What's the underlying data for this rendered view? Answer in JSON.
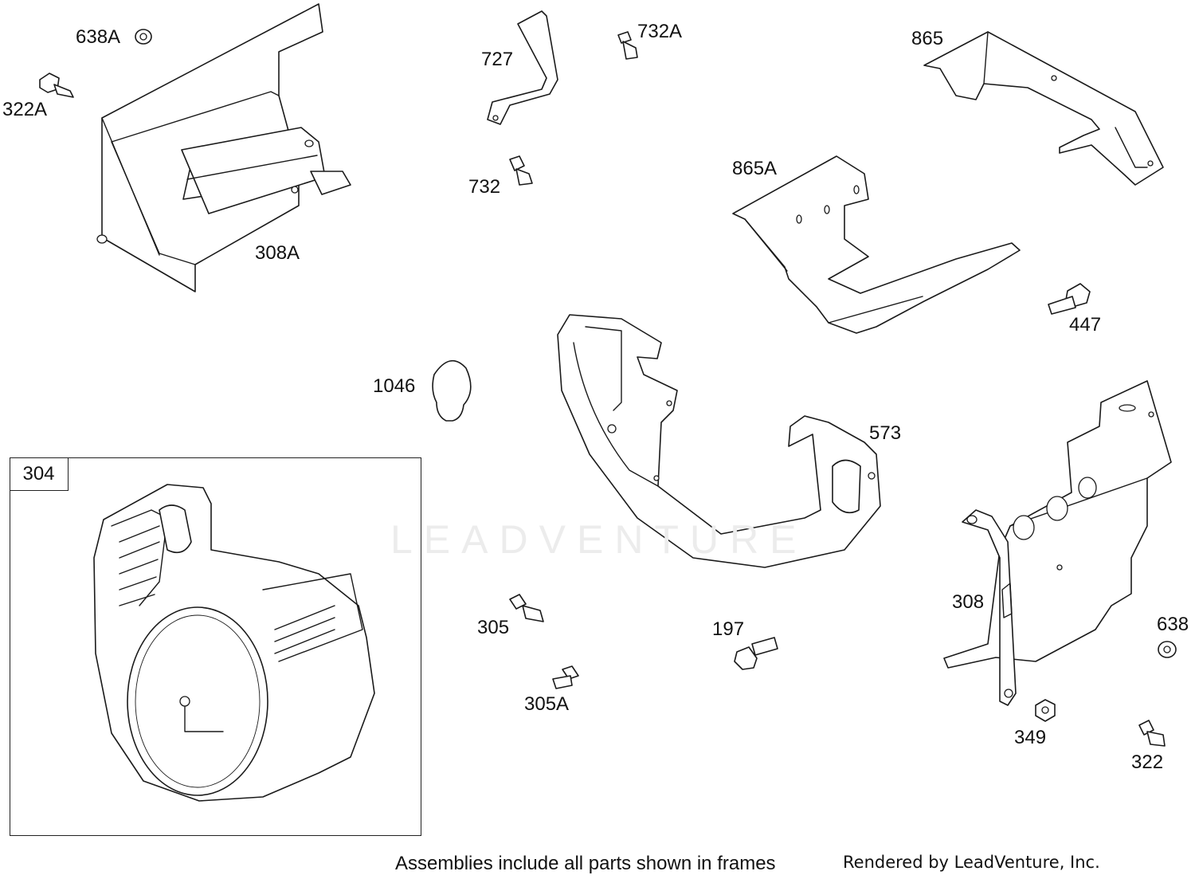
{
  "diagram": {
    "labels": [
      {
        "id": "638A",
        "text": "638A"
      },
      {
        "id": "322A",
        "text": "322A"
      },
      {
        "id": "308A",
        "text": "308A"
      },
      {
        "id": "727",
        "text": "727"
      },
      {
        "id": "732A",
        "text": "732A"
      },
      {
        "id": "732",
        "text": "732"
      },
      {
        "id": "865",
        "text": "865"
      },
      {
        "id": "865A",
        "text": "865A"
      },
      {
        "id": "447",
        "text": "447"
      },
      {
        "id": "1046",
        "text": "1046"
      },
      {
        "id": "573",
        "text": "573"
      },
      {
        "id": "304",
        "text": "304"
      },
      {
        "id": "305",
        "text": "305"
      },
      {
        "id": "305A",
        "text": "305A"
      },
      {
        "id": "197",
        "text": "197"
      },
      {
        "id": "308",
        "text": "308"
      },
      {
        "id": "638",
        "text": "638"
      },
      {
        "id": "349",
        "text": "349"
      },
      {
        "id": "322",
        "text": "322"
      }
    ],
    "frame_label": "304",
    "watermark": "LEADVENTURE",
    "footer_note": "Assemblies include all parts shown in frames",
    "footer_credit": "Rendered by LeadVenture, Inc."
  }
}
